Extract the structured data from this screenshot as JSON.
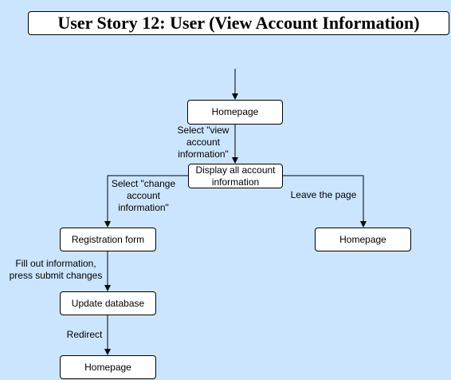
{
  "title": "User Story 12: User (View Account Information)",
  "nodes": {
    "homepage_top": "Homepage",
    "display_info": "Display all account\ninformation",
    "registration_form": "Registration form",
    "homepage_right": "Homepage",
    "update_database": "Update database",
    "homepage_bottom": "Homepage"
  },
  "edge_labels": {
    "select_view": "Select \"view\naccount\ninformation\"",
    "select_change": "Select \"change\naccount\ninformation\"",
    "leave_page": "Leave the page",
    "fill_out": "Fill out information,\npress submit changes",
    "redirect": "Redirect"
  },
  "colors": {
    "background": "#cce5ff",
    "node_fill": "#ffffff",
    "stroke": "#000000"
  }
}
